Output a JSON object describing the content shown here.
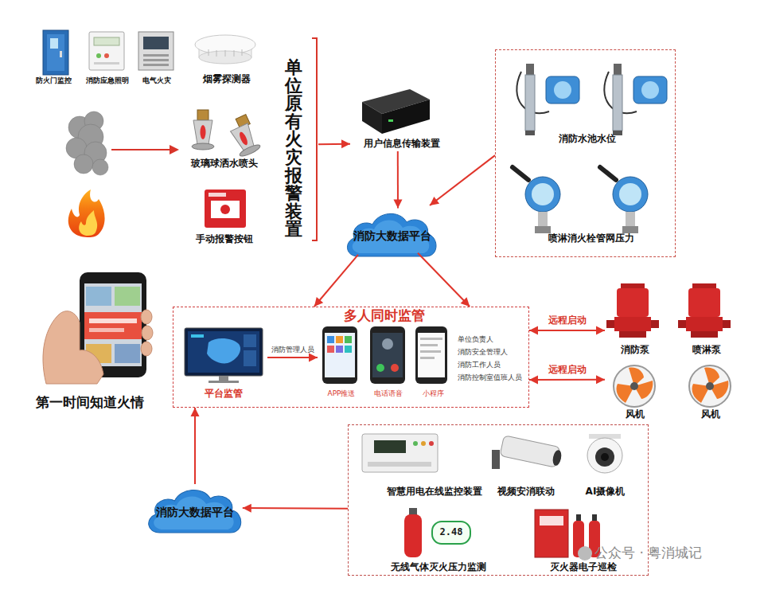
{
  "diagram": {
    "nodes": [
      {
        "text": [
          "防火门监控"
        ]
      },
      {
        "text": [
          "消防应急照明"
        ]
      },
      {
        "text": [
          "电气火灾"
        ]
      },
      {
        "text": [
          "烟雾探测器"
        ]
      },
      {
        "text": [
          "玻璃球洒水喷头"
        ]
      },
      {
        "text": [
          "手动报警按钮"
        ]
      },
      {
        "text": [
          "单位原有火灾报警装置"
        ]
      },
      {
        "text": [
          "用户信息传输装置"
        ]
      },
      {
        "text": [
          "消防水池水位",
          "喷淋消火栓管网压力"
        ]
      },
      {
        "text": [
          "消防大数据平台"
        ]
      },
      {
        "text": [
          "第一时间知道火情"
        ]
      },
      {
        "text": [
          "多人同时监管"
        ]
      },
      {
        "text": [
          "平台监管"
        ],
        "in": 11
      },
      {
        "text": [
          "APP推送"
        ],
        "in": 11
      },
      {
        "text": [
          "电话语音"
        ],
        "in": 11
      },
      {
        "text": [
          "小程序"
        ],
        "in": 11
      },
      {
        "text": [
          "消防泵"
        ]
      },
      {
        "text": [
          "喷淋泵"
        ]
      },
      {
        "text": [
          "风机"
        ]
      },
      {
        "text": [
          "风机"
        ]
      },
      {
        "text": [
          "智慧用电在线监控装置",
          "视频安消联动",
          "AI摄像机",
          "无线气体灭火压力监测",
          "灭火器电子巡检"
        ]
      },
      {
        "text": [
          "消防大数据平台"
        ]
      }
    ],
    "edges": [
      {
        "from": 6,
        "to": 7,
        "arrow": "to"
      },
      {
        "from": 7,
        "to": 9,
        "arrow": "to"
      },
      {
        "from": 8,
        "to": 9,
        "arrow": "to"
      },
      {
        "from": 9,
        "to": 11,
        "arrow": "to"
      },
      {
        "from": 9,
        "to": 11,
        "arrow": "to"
      },
      {
        "from": 12,
        "to": 13,
        "label": "消防管理人员",
        "arrow": "to"
      },
      {
        "from": 11,
        "to": 16,
        "label": "远程启动",
        "arrow": "both"
      },
      {
        "from": 11,
        "to": 18,
        "label": "远程启动",
        "arrow": "both"
      },
      {
        "from": 20,
        "to": 21,
        "arrow": "to"
      },
      {
        "from": 21,
        "to": 11,
        "arrow": "to"
      }
    ],
    "labels": [
      "单位负责人",
      "消防安全管理人",
      "消防工作人员",
      "消防控制室值班人员",
      "2.48",
      "公众号 · 粤消城记"
    ]
  }
}
